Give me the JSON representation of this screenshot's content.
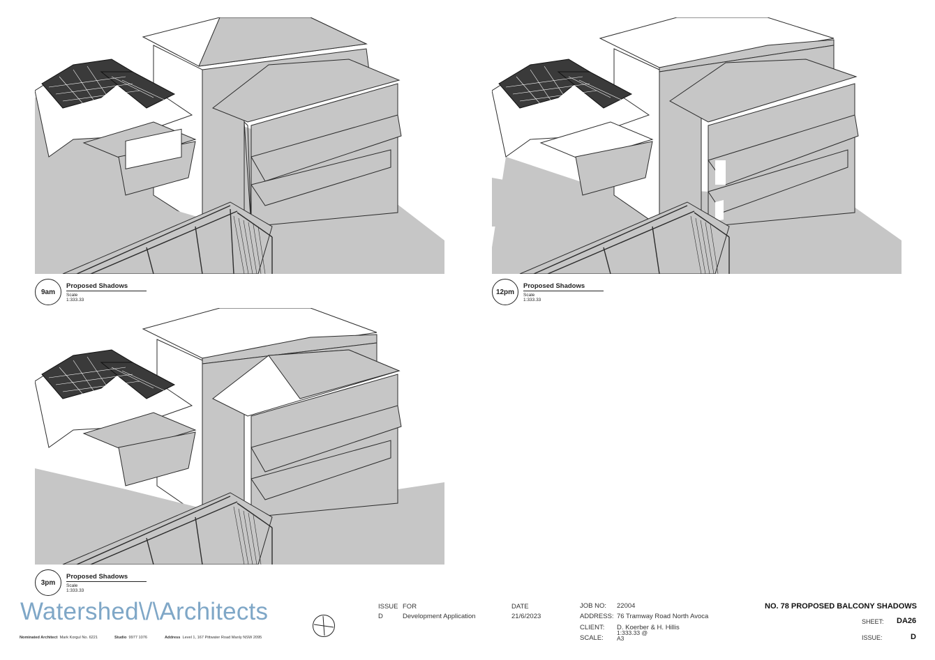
{
  "views": [
    {
      "time": "9am",
      "title": "Proposed Shadows",
      "scale": "Scale 1:333.33"
    },
    {
      "time": "12pm",
      "title": "Proposed Shadows",
      "scale": "Scale 1:333.33"
    },
    {
      "time": "3pm",
      "title": "Proposed Shadows",
      "scale": "Scale 1:333.33"
    }
  ],
  "firm": {
    "name": "Watershed\\/\\Architects",
    "nominated_label": "Nominated Architect",
    "nominated_value": "Mark Korgul No. 6221",
    "studio_label": "Studio",
    "studio_value": "9977 1076",
    "address_label": "Address",
    "address_value": "Level 1, 167 Pittwater Road Manly NSW 2095"
  },
  "issue_block": {
    "issue_header": "ISSUE",
    "for_header": "FOR",
    "date_header": "DATE",
    "issue": "D",
    "for": "Development Application",
    "date": "21/6/2023"
  },
  "job_block": {
    "job_label": "JOB NO:",
    "job_value": "22004",
    "address_label": "ADDRESS:",
    "address_value": "76 Tramway Road North Avoca",
    "client_label": "CLIENT:",
    "client_value": "D. Koerber & H. Hillis",
    "scale_label": "SCALE:",
    "scale_value_1": "1:333.33 @",
    "scale_value_2": "A3"
  },
  "sheet_block": {
    "title": "NO. 78 PROPOSED BALCONY SHADOWS",
    "sheet_label": "SHEET:",
    "sheet_value": "DA26",
    "issue_label": "ISSUE:",
    "issue_value": "D"
  },
  "colors": {
    "shadow": "#c6c6c6",
    "line": "#2b2b2b",
    "brand": "#7fa7c7"
  }
}
